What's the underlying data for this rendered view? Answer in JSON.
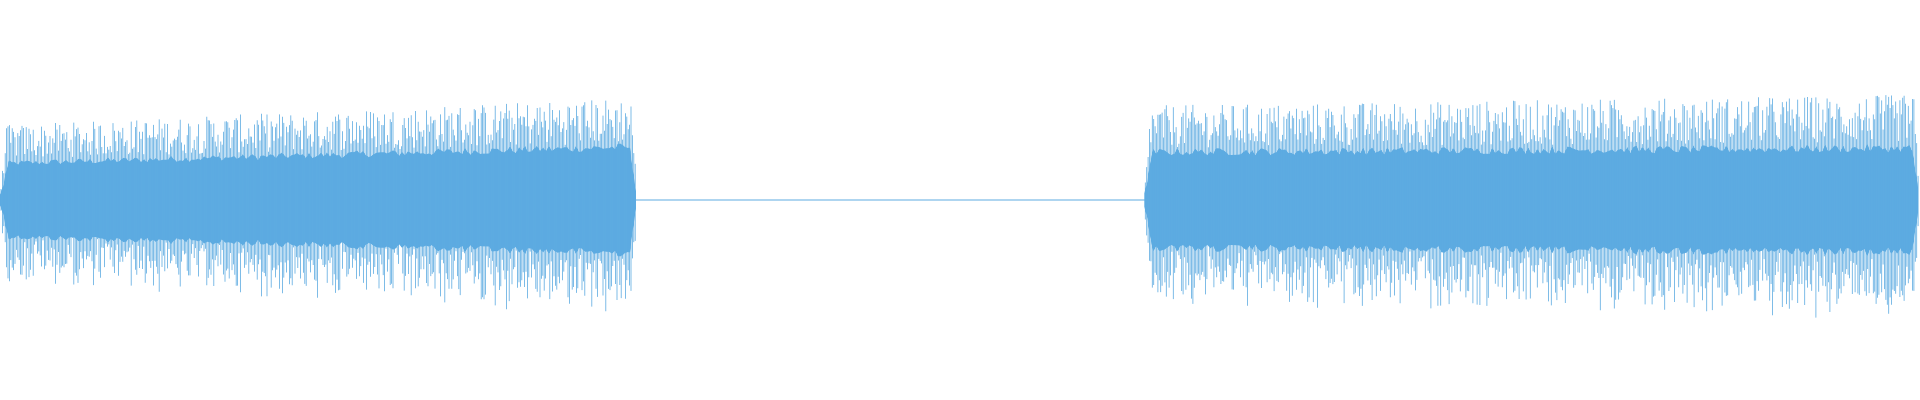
{
  "waveform": {
    "color": "#5dabe1",
    "background": "#ffffff",
    "segments": [
      {
        "id": "clip-1",
        "start": 0.0,
        "end": 0.332,
        "level_start": 0.55,
        "level_end": 0.8,
        "peak_start": 0.68,
        "peak_end": 0.94
      },
      {
        "id": "gap",
        "start": 0.332,
        "end": 0.596,
        "level_start": 0.0,
        "level_end": 0.0,
        "silent": true
      },
      {
        "id": "clip-2",
        "start": 0.596,
        "end": 1.0,
        "level_start": 0.72,
        "level_end": 0.78,
        "peak_start": 0.86,
        "peak_end": 0.96
      }
    ]
  }
}
